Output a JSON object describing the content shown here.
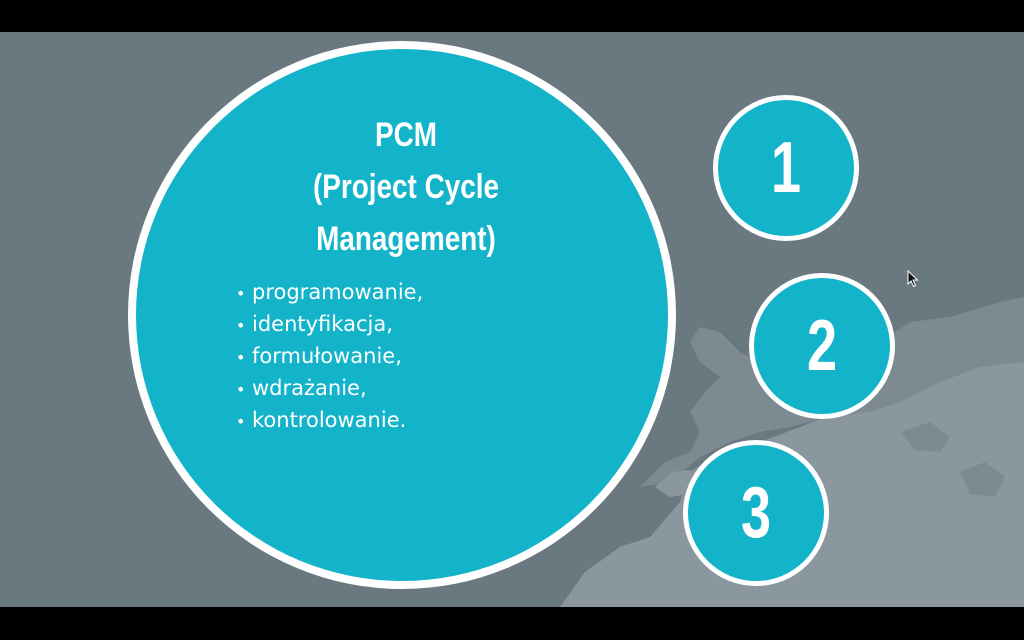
{
  "slide": {
    "title_lines": [
      "PCM",
      "(Project Cycle",
      "Management)"
    ],
    "bullets": [
      "programowanie,",
      "identyfikacja,",
      "formułowanie,",
      "wdrażanie,",
      "kontrolowanie."
    ],
    "bullet_symbol": "•",
    "numbers": [
      "1",
      "2",
      "3"
    ]
  },
  "colors": {
    "background": "#6a7880",
    "map": "#8a979e",
    "circle_fill": "#13b3c9",
    "circle_border": "#ffffff",
    "letterbox": "#000000"
  },
  "icons": {
    "cursor": "mouse-pointer-icon"
  }
}
